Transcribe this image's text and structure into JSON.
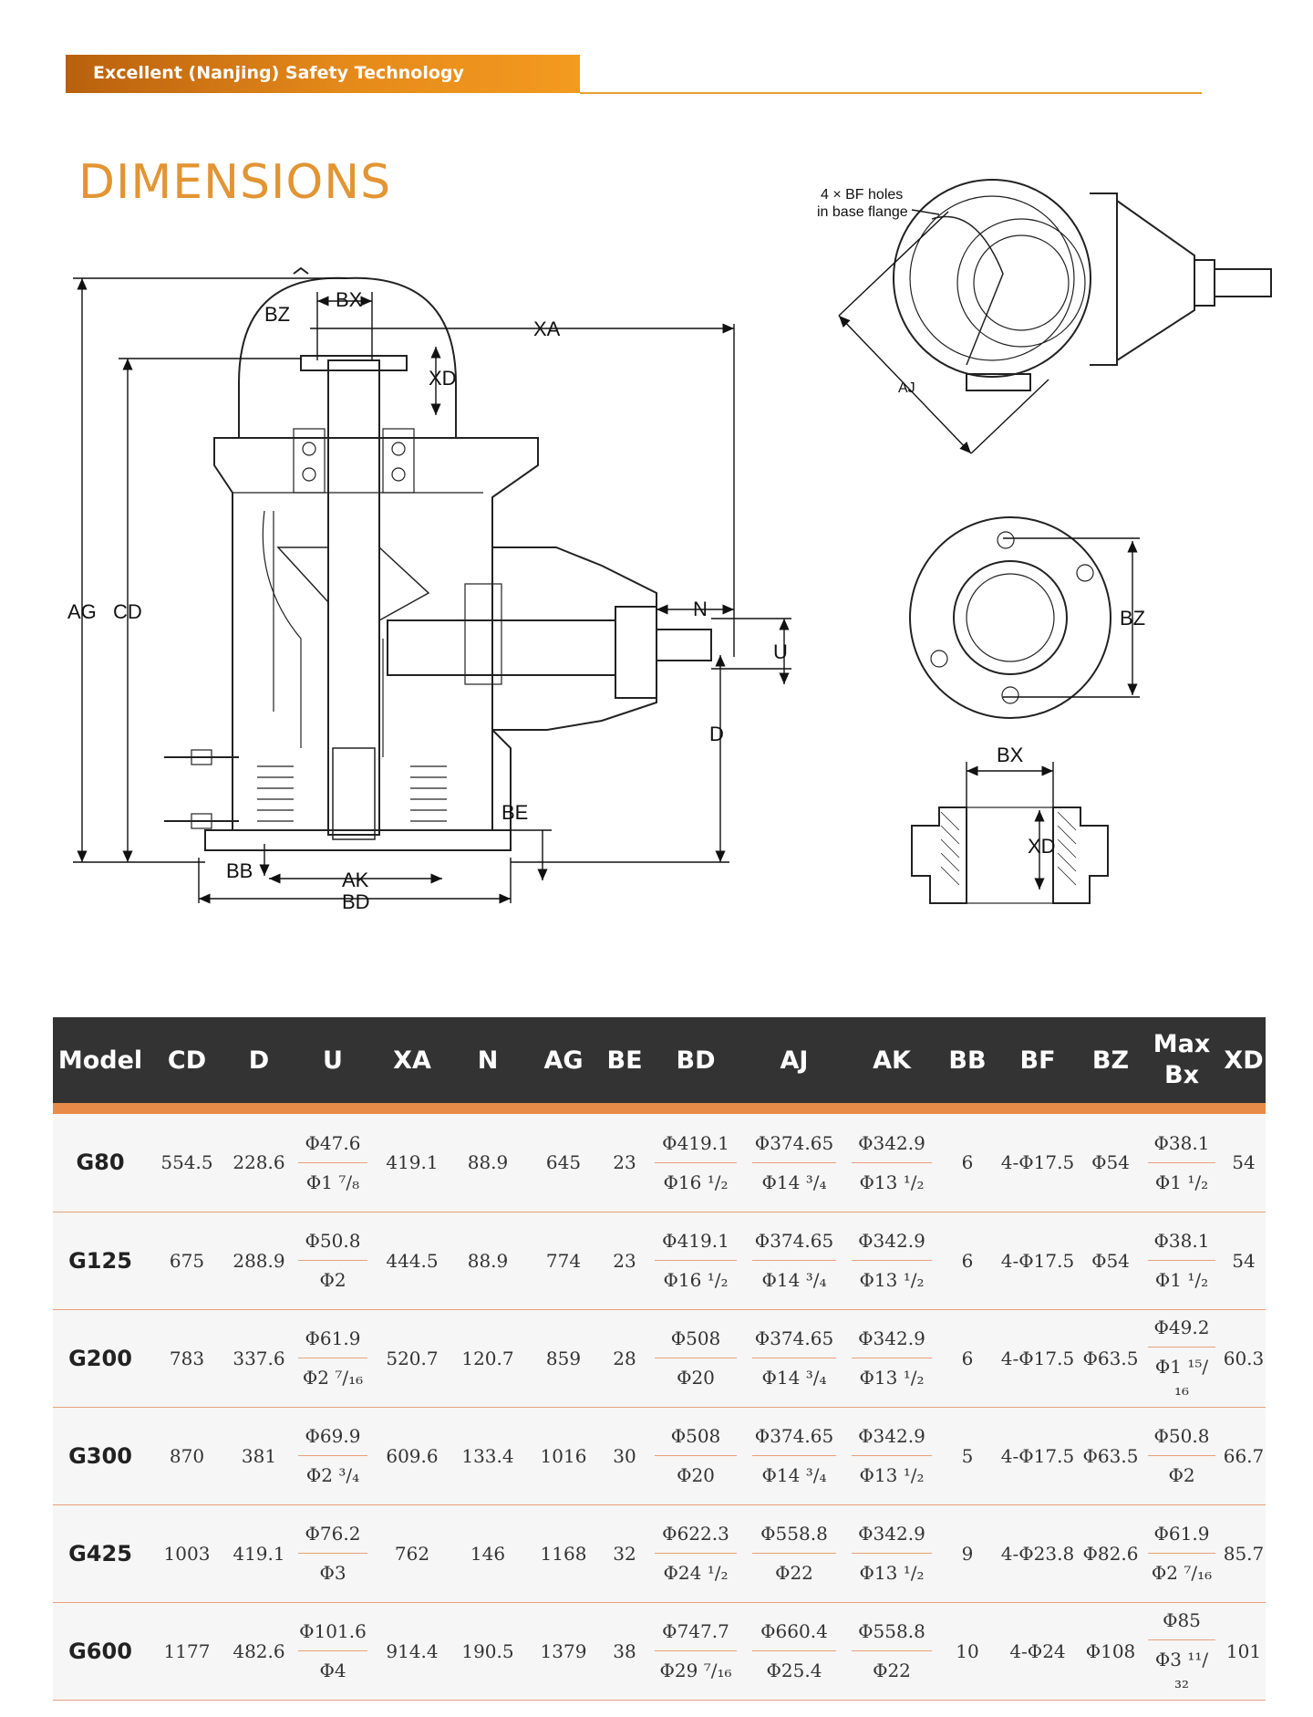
{
  "header": {
    "company": "Excellent (Nanjing) Safety Technology"
  },
  "page_title": "DIMENSIONS",
  "drawing_labels": {
    "bz": "BZ",
    "bx": "BX",
    "xa": "XA",
    "xd": "XD",
    "ag": "AG",
    "cd": "CD",
    "n": "N",
    "u": "U",
    "d": "D",
    "be": "BE",
    "bb": "BB",
    "ak": "AK",
    "bd": "BD",
    "bf_holes_line1": "4 × BF holes",
    "bf_holes_line2": "in base flange",
    "aj": "AJ",
    "bz2": "BZ",
    "bx2": "BX",
    "xd2": "XD"
  },
  "table": {
    "headers": [
      "Model",
      "CD",
      "D",
      "U",
      "XA",
      "N",
      "AG",
      "BE",
      "BD",
      "AJ",
      "AK",
      "BB",
      "BF",
      "BZ",
      "Max Bx",
      "XD"
    ],
    "header_maxbx_line1": "Max",
    "header_maxbx_line2": "Bx",
    "rows": [
      {
        "model": "G80",
        "cd": "554.5",
        "d": "228.6",
        "u_top": "Φ47.6",
        "u_bot": "Φ1 ⁷/₈",
        "xa": "419.1",
        "n": "88.9",
        "ag": "645",
        "be": "23",
        "bd_top": "Φ419.1",
        "bd_bot": "Φ16 ¹/₂",
        "aj_top": "Φ374.65",
        "aj_bot": "Φ14 ³/₄",
        "ak_top": "Φ342.9",
        "ak_bot": "Φ13 ¹/₂",
        "bb": "6",
        "bf": "4-Φ17.5",
        "bz": "Φ54",
        "bx_top": "Φ38.1",
        "bx_bot": "Φ1 ¹/₂",
        "xd": "54"
      },
      {
        "model": "G125",
        "cd": "675",
        "d": "288.9",
        "u_top": "Φ50.8",
        "u_bot": "Φ2",
        "xa": "444.5",
        "n": "88.9",
        "ag": "774",
        "be": "23",
        "bd_top": "Φ419.1",
        "bd_bot": "Φ16 ¹/₂",
        "aj_top": "Φ374.65",
        "aj_bot": "Φ14 ³/₄",
        "ak_top": "Φ342.9",
        "ak_bot": "Φ13 ¹/₂",
        "bb": "6",
        "bf": "4-Φ17.5",
        "bz": "Φ54",
        "bx_top": "Φ38.1",
        "bx_bot": "Φ1 ¹/₂",
        "xd": "54"
      },
      {
        "model": "G200",
        "cd": "783",
        "d": "337.6",
        "u_top": "Φ61.9",
        "u_bot": "Φ2 ⁷/₁₆",
        "xa": "520.7",
        "n": "120.7",
        "ag": "859",
        "be": "28",
        "bd_top": "Φ508",
        "bd_bot": "Φ20",
        "aj_top": "Φ374.65",
        "aj_bot": "Φ14 ³/₄",
        "ak_top": "Φ342.9",
        "ak_bot": "Φ13 ¹/₂",
        "bb": "6",
        "bf": "4-Φ17.5",
        "bz": "Φ63.5",
        "bx_top": "Φ49.2",
        "bx_bot": "Φ1 ¹⁵/₁₆",
        "xd": "60.3"
      },
      {
        "model": "G300",
        "cd": "870",
        "d": "381",
        "u_top": "Φ69.9",
        "u_bot": "Φ2 ³/₄",
        "xa": "609.6",
        "n": "133.4",
        "ag": "1016",
        "be": "30",
        "bd_top": "Φ508",
        "bd_bot": "Φ20",
        "aj_top": "Φ374.65",
        "aj_bot": "Φ14 ³/₄",
        "ak_top": "Φ342.9",
        "ak_bot": "Φ13 ¹/₂",
        "bb": "5",
        "bf": "4-Φ17.5",
        "bz": "Φ63.5",
        "bx_top": "Φ50.8",
        "bx_bot": "Φ2",
        "xd": "66.7"
      },
      {
        "model": "G425",
        "cd": "1003",
        "d": "419.1",
        "u_top": "Φ76.2",
        "u_bot": "Φ3",
        "xa": "762",
        "n": "146",
        "ag": "1168",
        "be": "32",
        "bd_top": "Φ622.3",
        "bd_bot": "Φ24 ¹/₂",
        "aj_top": "Φ558.8",
        "aj_bot": "Φ22",
        "ak_top": "Φ342.9",
        "ak_bot": "Φ13 ¹/₂",
        "bb": "9",
        "bf": "4-Φ23.8",
        "bz": "Φ82.6",
        "bx_top": "Φ61.9",
        "bx_bot": "Φ2 ⁷/₁₆",
        "xd": "85.7"
      },
      {
        "model": "G600",
        "cd": "1177",
        "d": "482.6",
        "u_top": "Φ101.6",
        "u_bot": "Φ4",
        "xa": "914.4",
        "n": "190.5",
        "ag": "1379",
        "be": "38",
        "bd_top": "Φ747.7",
        "bd_bot": "Φ29 ⁷/₁₆",
        "aj_top": "Φ660.4",
        "aj_bot": "Φ25.4",
        "ak_top": "Φ558.8",
        "ak_bot": "Φ22",
        "bb": "10",
        "bf": "4-Φ24",
        "bz": "Φ108",
        "bx_top": "Φ85",
        "bx_bot": "Φ3 ¹¹/₃₂",
        "xd": "101"
      }
    ]
  }
}
